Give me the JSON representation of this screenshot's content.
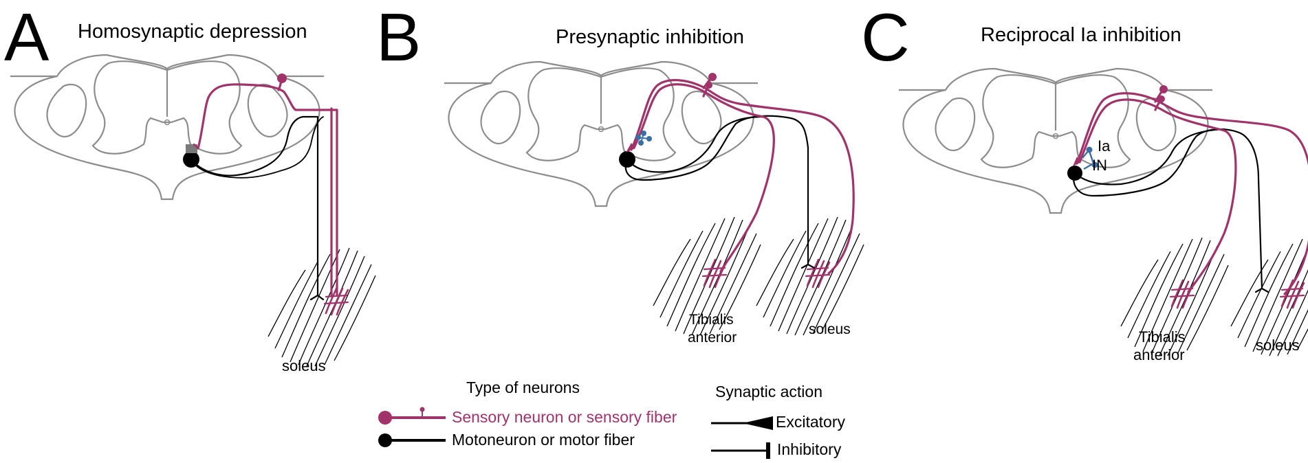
{
  "panels": [
    {
      "letter": "A",
      "title": "Homosynaptic depression",
      "muscles": [
        "soleus"
      ]
    },
    {
      "letter": "B",
      "title": "Presynaptic inhibition",
      "muscles": [
        "Tibialis",
        "anterior",
        "soleus"
      ]
    },
    {
      "letter": "C",
      "title": "Reciprocal Ia inhibition",
      "muscles": [
        "Tibialis",
        "anterior",
        "soleus"
      ],
      "interneuron": [
        "Ia",
        "IN"
      ]
    }
  ],
  "legend": {
    "types_title": "Type of neurons",
    "sensory": "Sensory neuron or sensory fiber",
    "motor": "Motoneuron or motor fiber",
    "action_title": "Synaptic action",
    "excitatory": "Excitatory",
    "inhibitory": "Inhibitory"
  },
  "colors": {
    "sensory": "#a1336a",
    "motor": "#000000",
    "interneuron": "#3a6fa6",
    "cord": "#8c8c8c"
  }
}
